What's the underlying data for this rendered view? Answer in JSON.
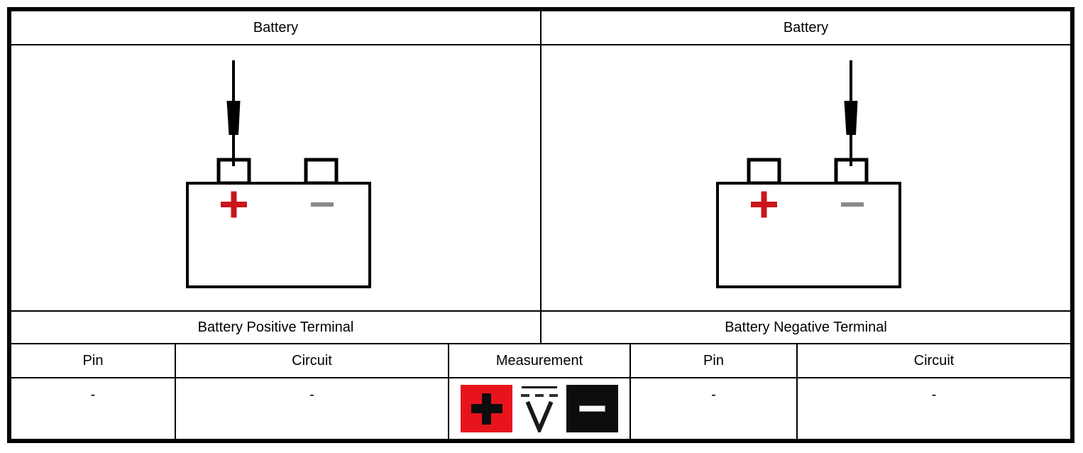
{
  "colors": {
    "border_black": "#000000",
    "battery_plus_red": "#c9161c",
    "battery_minus_gray": "#8a8a8a",
    "probe_plus_icon_red": "#e8141c",
    "probe_minus_icon_black": "#0d0d0d"
  },
  "left_panel": {
    "header": "Battery",
    "terminal_label": "Battery Positive Terminal",
    "pin_header": "Pin",
    "circuit_header": "Circuit",
    "pin_value": "-",
    "circuit_value": "-",
    "diagram": {
      "probe_position": "positive-terminal",
      "plus_symbol": "+",
      "minus_symbol": "−"
    }
  },
  "right_panel": {
    "header": "Battery",
    "terminal_label": "Battery Negative Terminal",
    "pin_header": "Pin",
    "circuit_header": "Circuit",
    "pin_value": "-",
    "circuit_value": "-",
    "diagram": {
      "probe_position": "negative-terminal",
      "plus_symbol": "+",
      "minus_symbol": "−"
    }
  },
  "measurement": {
    "header": "Measurement",
    "icons": [
      {
        "name": "positive-probe-icon",
        "glyph": "+"
      },
      {
        "name": "dc-voltage-icon",
        "glyph": "V"
      },
      {
        "name": "negative-probe-icon",
        "glyph": "−"
      }
    ]
  }
}
